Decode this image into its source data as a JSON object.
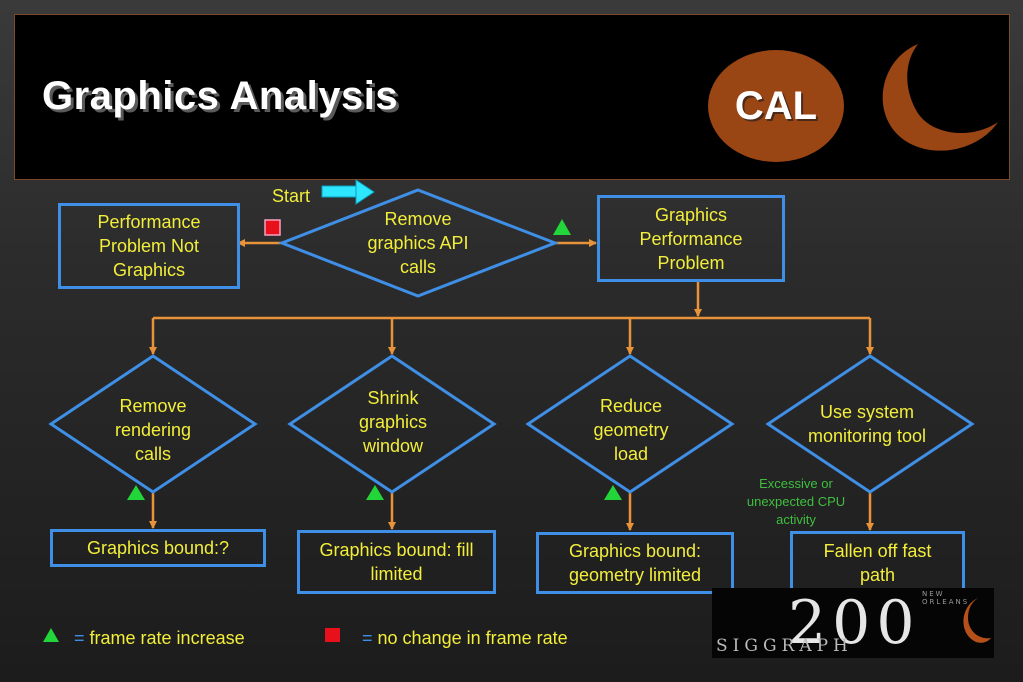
{
  "slide": {
    "title": "Graphics Analysis",
    "logo": {
      "cal_text": "CAL"
    },
    "start_label": "Start",
    "nodes": {
      "remove_api": "Remove graphics API calls",
      "not_graphics": "Performance Problem Not Graphics",
      "graphics_problem": "Graphics Performance Problem",
      "remove_rendering": "Remove rendering calls",
      "shrink_window": "Shrink graphics window",
      "reduce_geometry": "Reduce geometry load",
      "system_tool": "Use system monitoring tool",
      "bound_unknown": "Graphics bound:?",
      "bound_fill": "Graphics bound: fill limited",
      "bound_geometry": "Graphics bound: geometry limited",
      "fast_path": "Fallen off fast path"
    },
    "cpu_note": "Excessive or unexpected CPU activity",
    "legend": {
      "increase_eq": "=",
      "increase_text": "frame rate increase",
      "nochange_eq": "=",
      "nochange_text": "no change in frame rate"
    },
    "siggraph": {
      "digits": "200",
      "word": "SIGGRAPH",
      "small": "NEW ORLEANS"
    },
    "colors": {
      "box_border": "#3f8fe6",
      "node_text": "#f2ee3a",
      "connector": "#e8933a",
      "increase_marker": "#22d63a",
      "nochange_marker": "#e8101a",
      "logo": "#9a4514"
    }
  }
}
